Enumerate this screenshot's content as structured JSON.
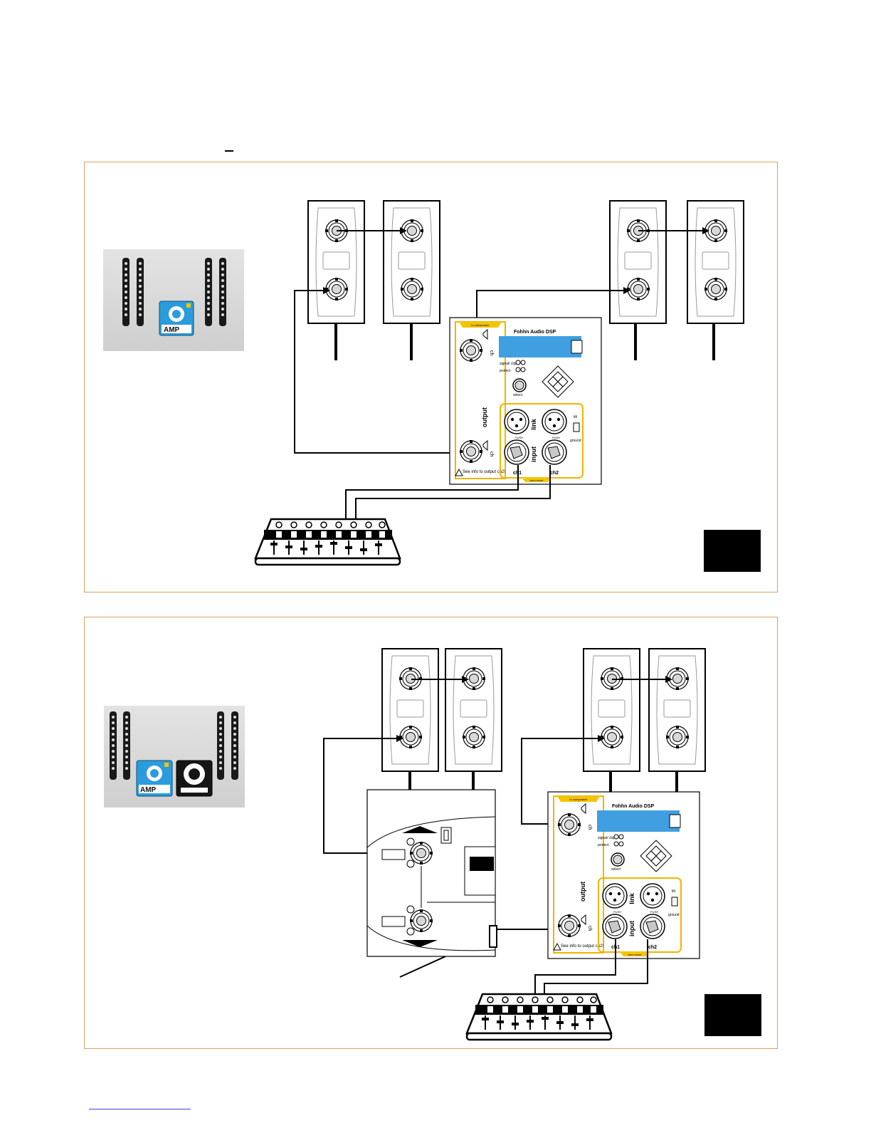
{
  "amp": {
    "display_title": "Fohhn Audio DSP",
    "tab_top": "to subspeaker",
    "tab_bottom": "from mixer",
    "led_signal": "signal/ clip",
    "led_protect": "protect",
    "select_label": "select",
    "output_label": "output",
    "link_label": "link",
    "input_label": "input",
    "ch1_label": "ch1",
    "ch2_label": "ch2",
    "ch_label": "ch",
    "lift_label": "lift",
    "ground_label": "ground",
    "push_label": "PUSH",
    "warning_label": "See info to output ch2!"
  },
  "logo": {
    "text": "AMP"
  },
  "colors": {
    "accent": "#d9a060",
    "display": "#3f9fe0",
    "amp_icon": "#2a9cdc",
    "amp_tab": "#f5c400"
  }
}
